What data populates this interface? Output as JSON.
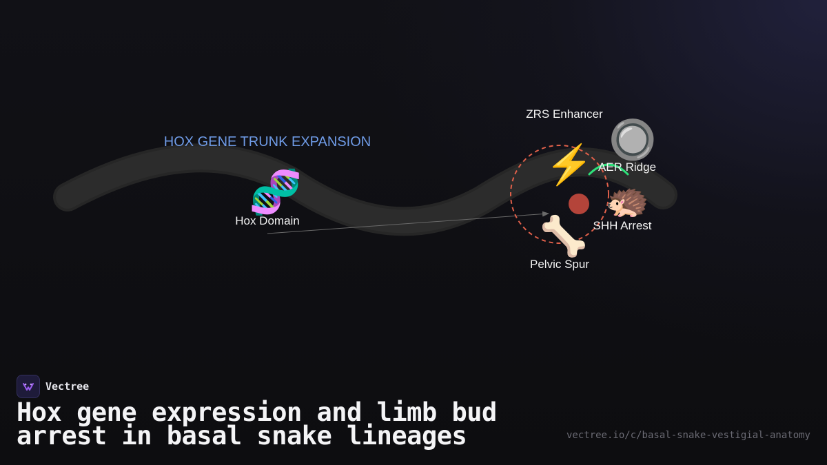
{
  "diagram": {
    "section_label": "HOX GENE TRUNK EXPANSION",
    "nodes": {
      "hox_domain": {
        "label": "Hox Domain",
        "glyph": "🧬",
        "icon": "dna-icon"
      },
      "zrs_enhancer": {
        "label": "ZRS Enhancer",
        "glyph": "⚡",
        "icon": "lightning-icon"
      },
      "aer_ridge": {
        "label": "AER Ridge",
        "glyph": "🔘",
        "icon": "radio-button-icon"
      },
      "shh_arrest": {
        "label": "SHH Arrest",
        "glyph": "🦔",
        "icon": "hedgehog-icon"
      },
      "pelvic_spur": {
        "label": "Pelvic Spur",
        "glyph": "🦴",
        "icon": "bone-icon"
      }
    },
    "colors": {
      "section_label": "#6f9be6",
      "body": "#262626",
      "arrest_ring": "#e0604a",
      "spur_dot": "#b4443a",
      "aer_arc": "#2ee07a",
      "connector": "#6a6a6a"
    }
  },
  "footer": {
    "brand": "Vectree",
    "title": "Hox gene expression and limb bud arrest in basal snake lineages",
    "url": "vectree.io/c/basal-snake-vestigial-anatomy"
  }
}
